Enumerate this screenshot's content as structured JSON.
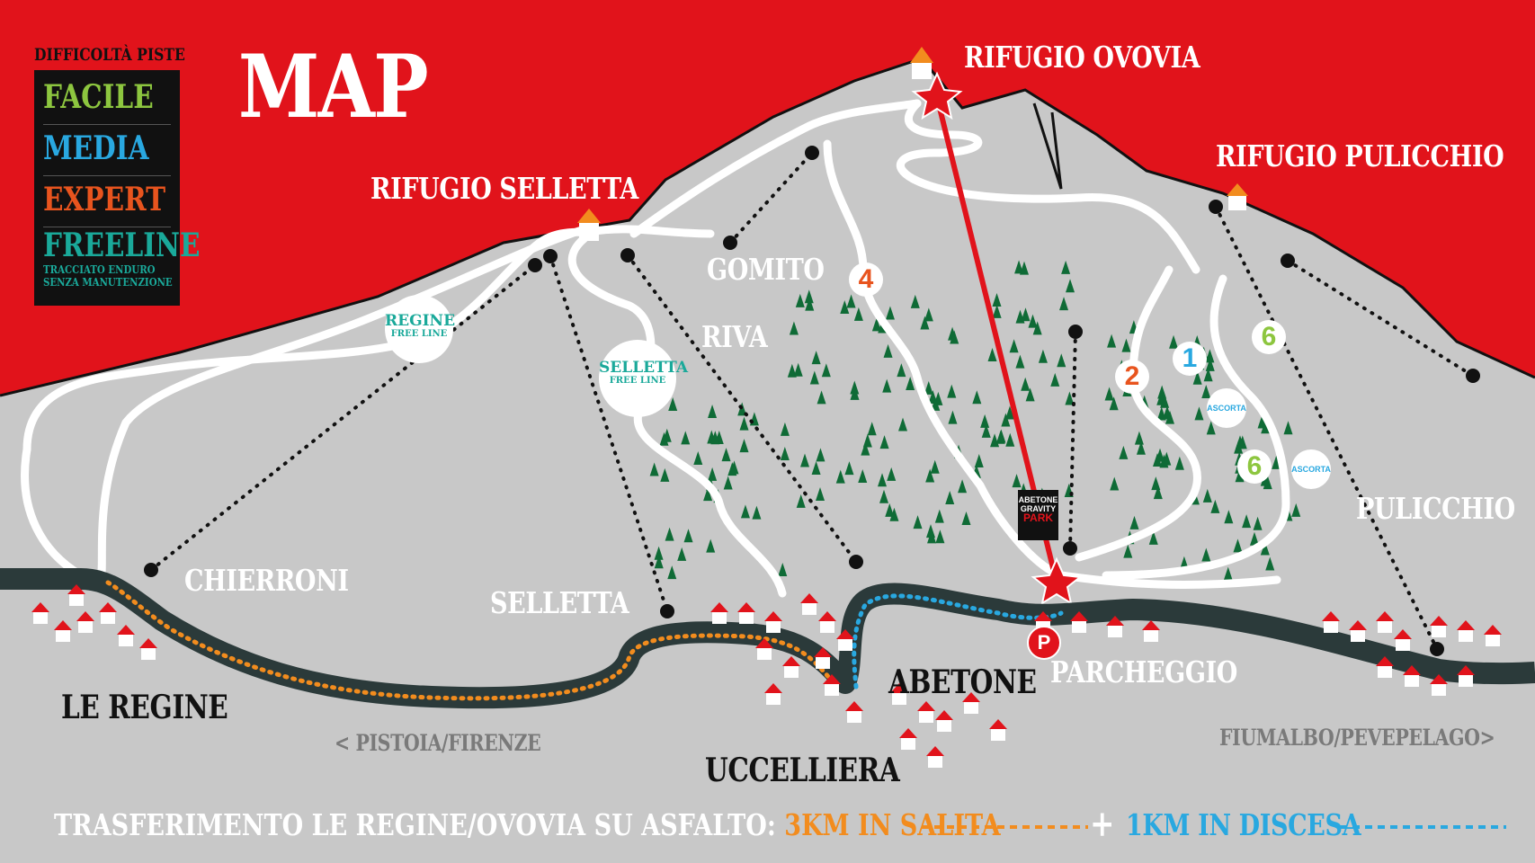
{
  "title": "MAP",
  "legend": {
    "title": "DIFFICOLTÀ PISTE",
    "items": [
      {
        "label": "FACILE",
        "color": "#8dc63f"
      },
      {
        "label": "MEDIA",
        "color": "#29a8e0"
      },
      {
        "label": "EXPERT",
        "color": "#e8541e"
      },
      {
        "label": "FREELINE",
        "color": "#1aa99a"
      }
    ],
    "note_line1": "TRACCIATO ENDURO",
    "note_line2": "SENZA MANUTENZIONE"
  },
  "refuges": {
    "ovovia": "RIFUGIO OVOVIA",
    "selletta": "RIFUGIO SELLETTA",
    "pulicchio": "RIFUGIO PULICCHIO"
  },
  "lifts": {
    "gomito": "GOMITO",
    "riva": "RIVA",
    "chierroni": "CHIERRONI",
    "selletta": "SELLETTA",
    "pulicchio": "PULICCHIO"
  },
  "freeline_badges": [
    {
      "name": "REGINE",
      "sub": "FREE LINE"
    },
    {
      "name": "SELLETTA",
      "sub": "FREE LINE"
    }
  ],
  "trail_numbers": [
    {
      "label": "4",
      "color": "#e8541e"
    },
    {
      "label": "2",
      "color": "#e8541e"
    },
    {
      "label": "1",
      "color": "#29a8e0"
    },
    {
      "label": "6",
      "color": "#8dc63f"
    },
    {
      "label": "6",
      "color": "#8dc63f"
    }
  ],
  "ascorta": "ASCORTA",
  "park": {
    "line1": "ABETONE",
    "line2": "GRAVITY",
    "line3": "PARK"
  },
  "parking_letter": "P",
  "places": {
    "le_regine": "LE REGINE",
    "abetone": "ABETONE",
    "parcheggio": "PARCHEGGIO",
    "uccelliera": "UCCELLIERA",
    "pistoia": "< PISTOIA/FIRENZE",
    "fiumalbo": "FIUMALBO/PEVEPELAGO>"
  },
  "transfer": {
    "text": "TRASFERIMENTO LE REGINE/OVOVIA SU ASFALTO:",
    "uphill": "3KM IN SALITA",
    "plus": "+",
    "downhill": "1KM IN DISCESA",
    "uphill_color": "#f28c1e",
    "downhill_color": "#29a8e0"
  },
  "colors": {
    "background_red": "#e1131b",
    "mountain_grey": "#c8c8c8",
    "road": "#2b3a3a",
    "tree": "#0f6b36"
  }
}
